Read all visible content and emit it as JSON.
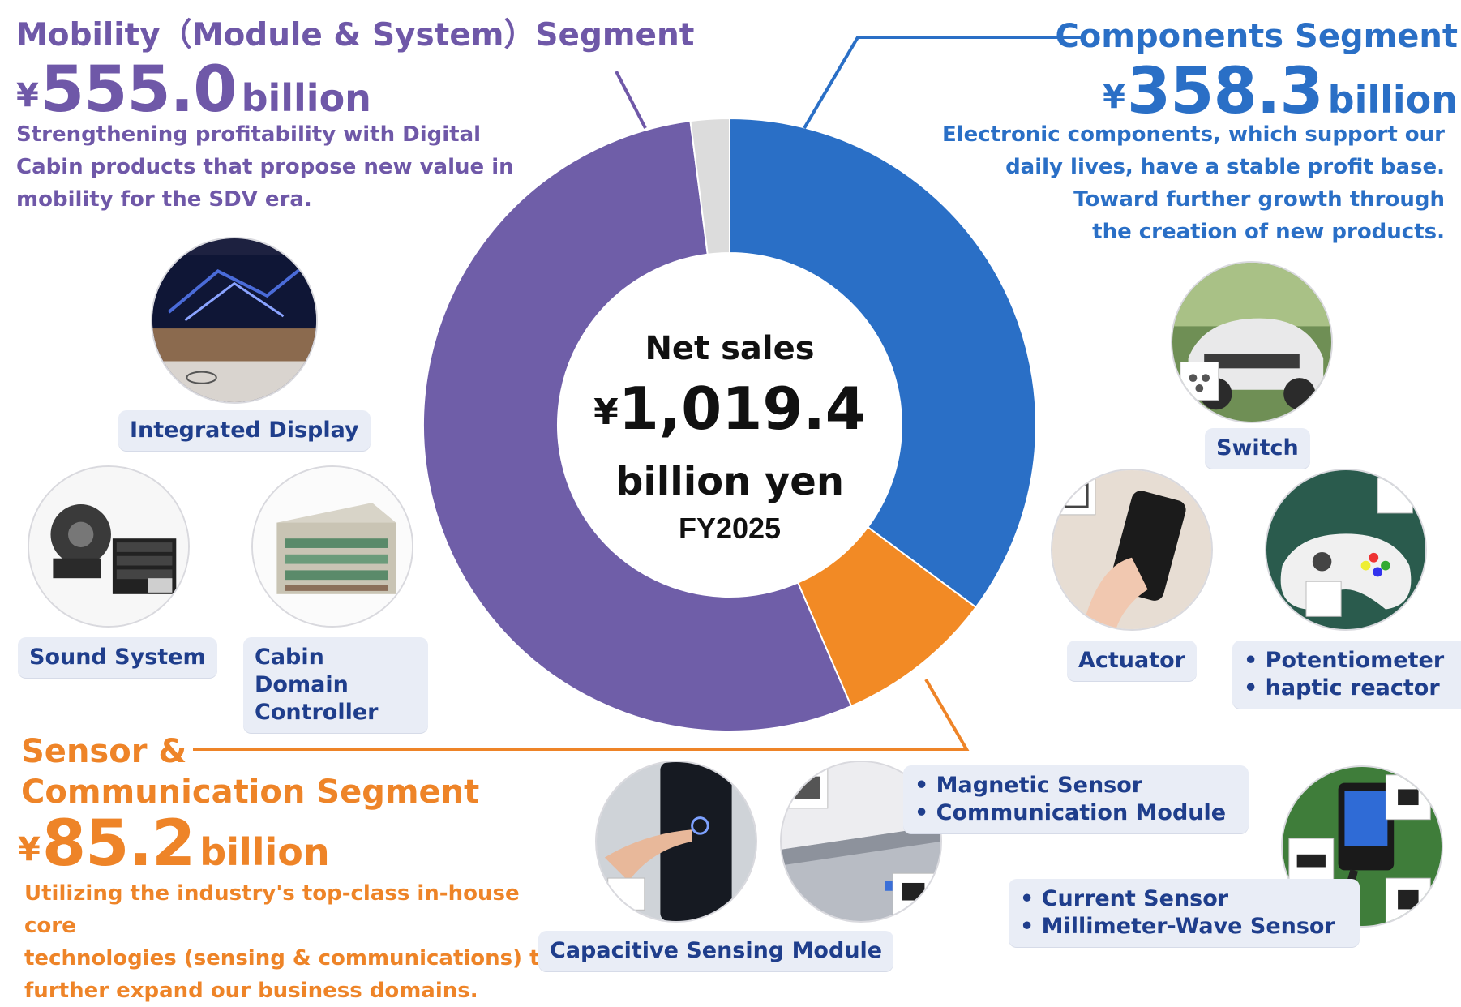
{
  "chart_data": {
    "type": "pie",
    "title": "Net sales",
    "center": {
      "label": "Net sales",
      "currency": "¥",
      "value": "1,019.4",
      "unit": "billion yen",
      "period": "FY2025"
    },
    "series": [
      {
        "name": "Components Segment",
        "value": 358.3,
        "color": "#2a6fc6"
      },
      {
        "name": "Sensor & Communication Segment",
        "value": 85.2,
        "color": "#f28a25"
      },
      {
        "name": "Mobility（Module & System）Segment",
        "value": 555.0,
        "color": "#6f5ea8"
      },
      {
        "name": "",
        "value": 20.9,
        "color": "#dcdcdc"
      }
    ]
  },
  "mobility": {
    "title": "Mobility（Module & System）Segment",
    "currency": "¥",
    "amount": "555.0",
    "unit": "billion",
    "description": "Strengthening profitability with Digital Cabin products that propose new value in mobility for the SDV era.",
    "products": {
      "integrated_display": "Integrated Display",
      "sound_system": "Sound System",
      "cabin_domain_controller": "Cabin Domain Controller"
    }
  },
  "components": {
    "title": "Components Segment",
    "currency": "¥",
    "amount": "358.3",
    "unit": "billion",
    "description_lines": [
      "Electronic components, which support our",
      "daily lives, have a stable profit base.",
      "Toward further growth through",
      "the creation of new products."
    ],
    "products": {
      "switch": "Switch",
      "actuator": "Actuator",
      "potentiometer": "Potentiometer",
      "haptic_reactor": "haptic reactor"
    }
  },
  "sensor": {
    "title_line1": "Sensor &",
    "title_line2": "Communication Segment",
    "currency": "¥",
    "amount": "85.2",
    "unit": "billion",
    "description_lines": [
      "Utilizing the industry's top-class in-house core",
      "technologies (sensing & communications) to",
      "further expand our business domains."
    ],
    "products": {
      "capacitive_sensing_module": "Capacitive Sensing Module",
      "magnetic_sensor": "Magnetic Sensor",
      "communication_module": "Communication Module",
      "current_sensor": "Current Sensor",
      "millimeter_wave_sensor": "Millimeter-Wave Sensor"
    }
  },
  "colors": {
    "purple": "#6f58a8",
    "blue": "#2a6fc6",
    "orange": "#ee8428",
    "pill_text": "#1f3e8c"
  }
}
